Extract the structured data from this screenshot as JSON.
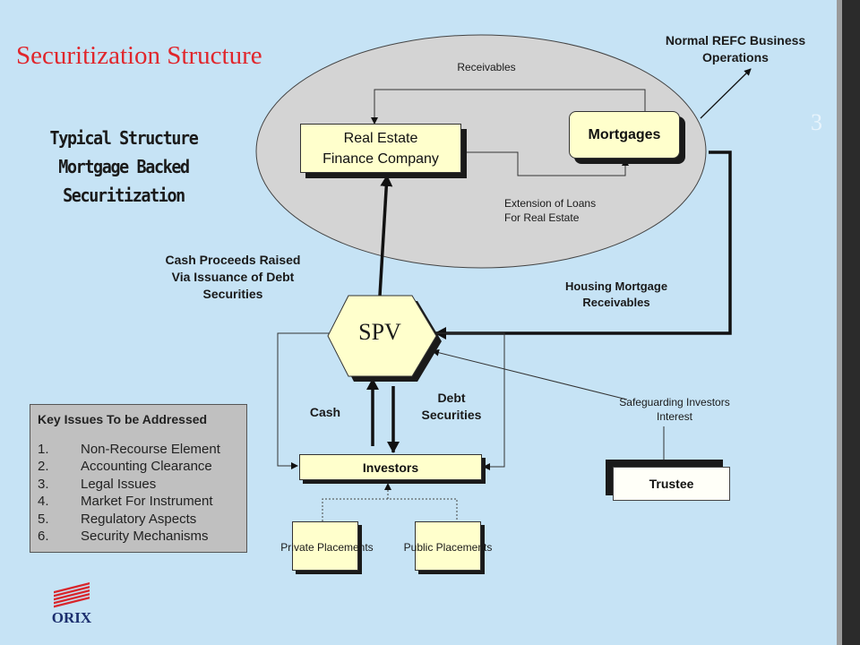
{
  "title": "Securitization Structure",
  "subtitle_lines": [
    "Typical Structure",
    "Mortgage Backed",
    "Securitization"
  ],
  "page_number": "3",
  "labels": {
    "receivables": "Receivables",
    "normal_refc": [
      "Normal REFC Business",
      "Operations"
    ],
    "extension": [
      "Extension of Loans",
      "For Real Estate"
    ],
    "cash_proceeds": [
      "Cash Proceeds Raised",
      "Via Issuance of Debt",
      "Securities"
    ],
    "housing": [
      "Housing Mortgage",
      "Receivables"
    ],
    "cash": "Cash",
    "debt": [
      "Debt",
      "Securities"
    ],
    "safeguarding": [
      "Safeguarding Investors",
      "Interest"
    ]
  },
  "nodes": {
    "refc": [
      "Real Estate",
      "Finance Company"
    ],
    "mortgages": "Mortgages",
    "spv": "SPV",
    "investors": "Investors",
    "trustee": "Trustee",
    "private": "Private Placements",
    "public": "Public Placements"
  },
  "issues": {
    "heading": "Key Issues To be Addressed",
    "items": [
      {
        "num": "1.",
        "text": "Non-Recourse Element"
      },
      {
        "num": "2.",
        "text": "Accounting Clearance"
      },
      {
        "num": "3.",
        "text": "Legal Issues"
      },
      {
        "num": "4.",
        "text": "Market For Instrument"
      },
      {
        "num": "5.",
        "text": "Regulatory Aspects"
      },
      {
        "num": "6.",
        "text": "Security Mechanisms"
      }
    ]
  },
  "logo_text": "ORIX",
  "colors": {
    "background": "#c6e3f5",
    "title": "#e0262c",
    "box": "#ffffcc",
    "ellipse": "#d4d4d4",
    "issues_bg": "#c0c0c0"
  }
}
